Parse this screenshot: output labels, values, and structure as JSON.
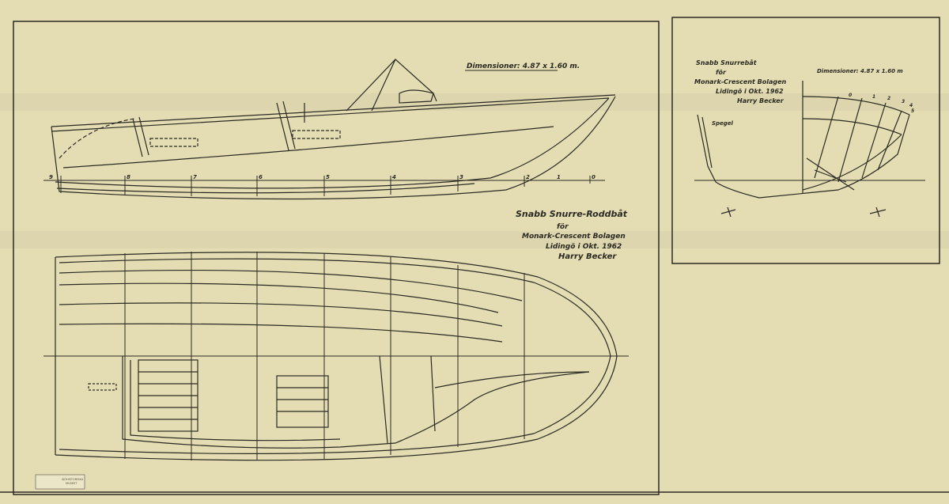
{
  "main_sheet": {
    "dimensions": "Dimensioner: 4.87 x 1.60 m.",
    "title_block": {
      "title": "Snabb Snurre-Roddbåt",
      "for": "för",
      "client": "Monark-Crescent Bolagen",
      "place_date": "Lidingö i Okt. 1962",
      "signature": "Harry Becker"
    },
    "stations": [
      "9",
      "8",
      "7",
      "6",
      "5",
      "4",
      "3",
      "2",
      "1",
      "0"
    ]
  },
  "body_plan_sheet": {
    "title": "Snabb Snurrebåt",
    "for": "för",
    "client": "Monark-Crescent Bolagen",
    "place_date": "Lidingö i Okt. 1962",
    "signature": "Harry Becker",
    "dimensions": "Dimensioner: 4.87 x 1.60 m",
    "transom_label": "Spegel",
    "section_labels": [
      "0",
      "1",
      "2",
      "3",
      "4",
      "5"
    ]
  },
  "stamp": {
    "lines": [
      "SJÖHISTORISKA",
      "MUSEET"
    ]
  },
  "colors": {
    "paper": "#e4dcb3",
    "ink": "#2b2a22"
  }
}
